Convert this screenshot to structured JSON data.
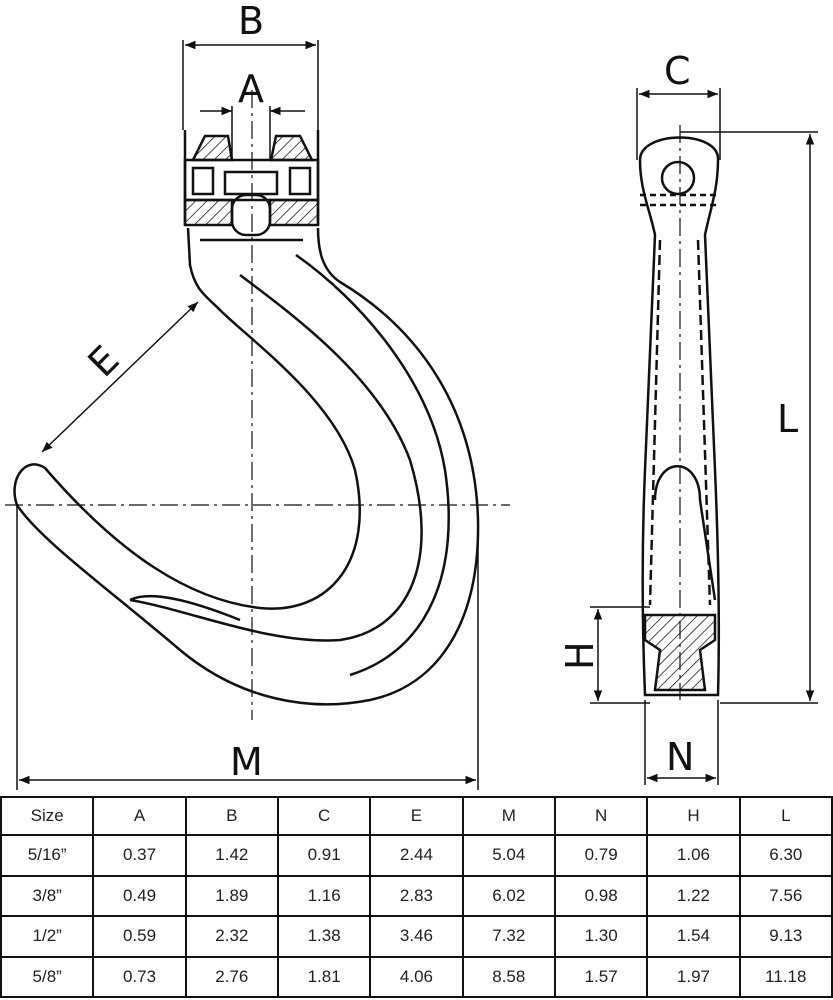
{
  "labels": {
    "a": "A",
    "b": "B",
    "c": "C",
    "e": "E",
    "h": "H",
    "l": "L",
    "m": "M",
    "n": "N"
  },
  "table": {
    "headers": [
      "Size",
      "A",
      "B",
      "C",
      "E",
      "M",
      "N",
      "H",
      "L"
    ],
    "rows": [
      [
        "5/16”",
        "0.37",
        "1.42",
        "0.91",
        "2.44",
        "5.04",
        "0.79",
        "1.06",
        "6.30"
      ],
      [
        "3/8”",
        "0.49",
        "1.89",
        "1.16",
        "2.83",
        "6.02",
        "0.98",
        "1.22",
        "7.56"
      ],
      [
        "1/2”",
        "0.59",
        "2.32",
        "1.38",
        "3.46",
        "7.32",
        "1.30",
        "1.54",
        "9.13"
      ],
      [
        "5/8”",
        "0.73",
        "2.76",
        "1.81",
        "4.06",
        "8.58",
        "1.57",
        "1.97",
        "11.18"
      ]
    ]
  }
}
